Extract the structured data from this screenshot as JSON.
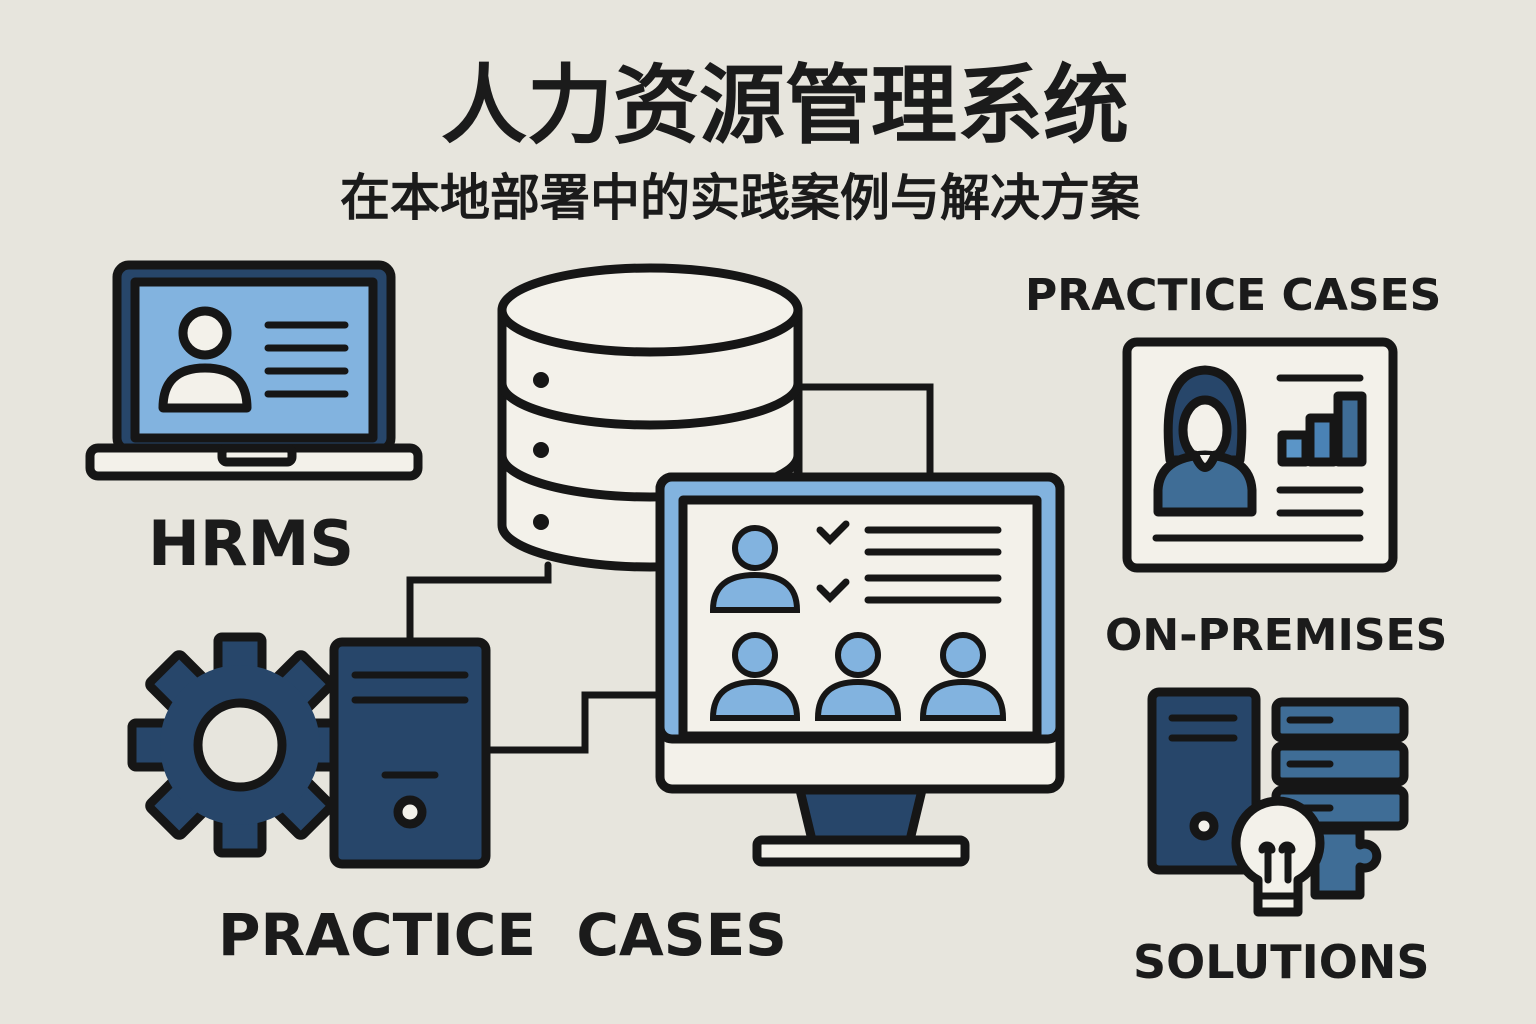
{
  "title": "人力资源管理系统",
  "subtitle": "在本地部署中的实践案例与解决方案",
  "labels": {
    "hrms": "HRMS",
    "practice_cases_top": "PRACTICE CASES",
    "on_premises": "ON-PREMISES",
    "practice_cases_bottom": "PRACTICE  CASES",
    "solutions": "SOLUTIONS"
  },
  "colors": {
    "background": "#e7e5dd",
    "panel": "#f3f1ea",
    "dark_blue": "#27466a",
    "mid_blue": "#3f6d96",
    "light_blue": "#82b3df",
    "outline": "#161616"
  }
}
